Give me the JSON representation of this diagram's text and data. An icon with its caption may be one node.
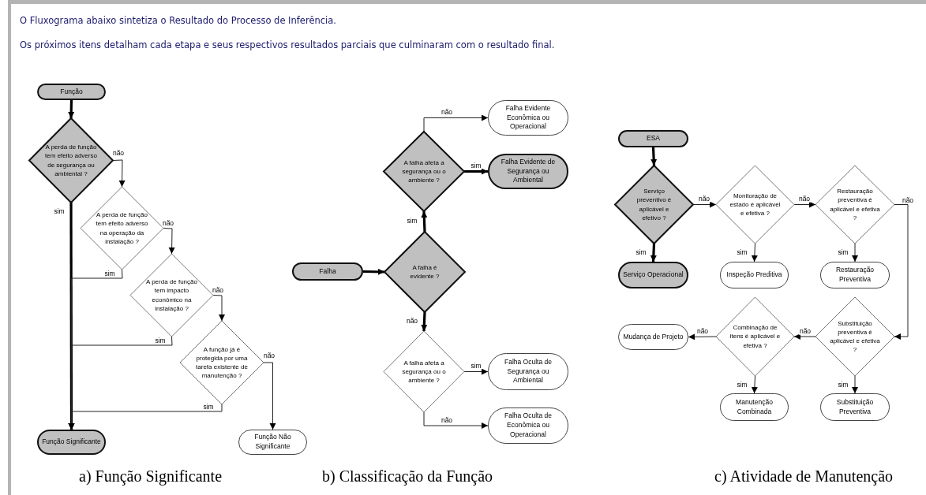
{
  "diagram": {
    "nodes": [
      {
        "text": [
          "Função"
        ]
      },
      {
        "text": [
          "A perda de função tem efeito adverso de segurança ou ambiental ?"
        ]
      },
      {
        "text": [
          "A perda de função tem efeito adverso na operação da instalação ?"
        ]
      },
      {
        "text": [
          "A perda de função tem impacto econômico na instalação ?"
        ]
      },
      {
        "text": [
          "A função já é protegida por uma tarefa existente de manutenção ?"
        ]
      },
      {
        "text": [
          "Função Significante"
        ]
      },
      {
        "text": [
          "Função Não Significante"
        ]
      },
      {
        "text": [
          "Falha Evidente Econômica ou Operacional"
        ]
      },
      {
        "text": [
          "A falha afeta a segurança ou o ambiente ?"
        ]
      },
      {
        "text": [
          "Falha Evidente de Segurança ou Ambiental"
        ]
      },
      {
        "text": [
          "Falha"
        ]
      },
      {
        "text": [
          "A falha é evidente ?"
        ]
      },
      {
        "text": [
          "A falha afeta a segurança ou o ambiente ?"
        ]
      },
      {
        "text": [
          "Falha Oculta de Segurança ou Ambiental"
        ]
      },
      {
        "text": [
          "Falha Oculta de Econômica ou Operacional"
        ]
      },
      {
        "text": [
          "ESA"
        ]
      },
      {
        "text": [
          "Serviço preventivo é aplicável e efetivo ?"
        ]
      },
      {
        "text": [
          "Monitoração de estado é aplicável e efetiva ?"
        ]
      },
      {
        "text": [
          "Restauração preventiva é aplicável e efetiva ?"
        ]
      },
      {
        "text": [
          "Serviço Operacional"
        ]
      },
      {
        "text": [
          "Inspeção Preditiva"
        ]
      },
      {
        "text": [
          "Restauração Preventiva"
        ]
      },
      {
        "text": [
          "Mudança de Projeto"
        ]
      },
      {
        "text": [
          "Combinação de itens é aplicável e efetiva ?"
        ]
      },
      {
        "text": [
          "Substituição preventiva é aplicável e efetiva ?"
        ]
      },
      {
        "text": [
          "Manutenção Combinada"
        ]
      },
      {
        "text": [
          "Substituição Preventiva"
        ]
      }
    ],
    "edges": [
      {
        "from": 0,
        "to": 1,
        "arrow": "to",
        "style": "thick"
      },
      {
        "from": 1,
        "to": 2,
        "arrow": "to",
        "label": "não"
      },
      {
        "from": 1,
        "to": 5,
        "arrow": "to",
        "label": "sim",
        "style": "thick"
      },
      {
        "from": 2,
        "to": 5,
        "arrow": "to",
        "label": "sim"
      },
      {
        "from": 2,
        "to": 3,
        "arrow": "to",
        "label": "não"
      },
      {
        "from": 3,
        "to": 5,
        "arrow": "to",
        "label": "sim"
      },
      {
        "from": 3,
        "to": 4,
        "arrow": "to",
        "label": "não"
      },
      {
        "from": 4,
        "to": 5,
        "arrow": "to",
        "label": "sim"
      },
      {
        "from": 4,
        "to": 6,
        "arrow": "to",
        "label": "não"
      },
      {
        "from": 10,
        "to": 11,
        "arrow": "to",
        "style": "thick"
      },
      {
        "from": 11,
        "to": 8,
        "arrow": "to",
        "label": "sim",
        "style": "thick"
      },
      {
        "from": 8,
        "to": 7,
        "arrow": "to",
        "label": "não"
      },
      {
        "from": 8,
        "to": 9,
        "arrow": "to",
        "label": "sim",
        "style": "thick"
      },
      {
        "from": 11,
        "to": 12,
        "arrow": "to",
        "label": "não",
        "style": "thick"
      },
      {
        "from": 12,
        "to": 13,
        "arrow": "to",
        "label": "sim"
      },
      {
        "from": 12,
        "to": 14,
        "arrow": "to",
        "label": "não"
      },
      {
        "from": 15,
        "to": 16,
        "arrow": "to",
        "style": "thick"
      },
      {
        "from": 16,
        "to": 19,
        "arrow": "to",
        "label": "sim",
        "style": "thick"
      },
      {
        "from": 16,
        "to": 17,
        "arrow": "to",
        "label": "não"
      },
      {
        "from": 17,
        "to": 20,
        "arrow": "to",
        "label": "sim"
      },
      {
        "from": 17,
        "to": 18,
        "arrow": "to",
        "label": "não"
      },
      {
        "from": 18,
        "to": 21,
        "arrow": "to",
        "label": "sim"
      },
      {
        "from": 18,
        "to": 24,
        "arrow": "to",
        "label": "não"
      },
      {
        "from": 24,
        "to": 26,
        "arrow": "to",
        "label": "sim"
      },
      {
        "from": 24,
        "to": 23,
        "arrow": "to",
        "label": "não"
      },
      {
        "from": 23,
        "to": 22,
        "arrow": "to",
        "label": "não"
      },
      {
        "from": 23,
        "to": 25,
        "arrow": "to",
        "label": "sim"
      }
    ],
    "labels": [
      "O Fluxograma abaixo sintetiza o Resultado do Processo de Inferência.",
      "Os próximos itens detalham cada etapa e seus respectivos resultados parciais que culminaram com o resultado final.",
      "a) Função Significante",
      "b) Classificação da Função",
      "c) Atividade de Manutenção"
    ]
  }
}
